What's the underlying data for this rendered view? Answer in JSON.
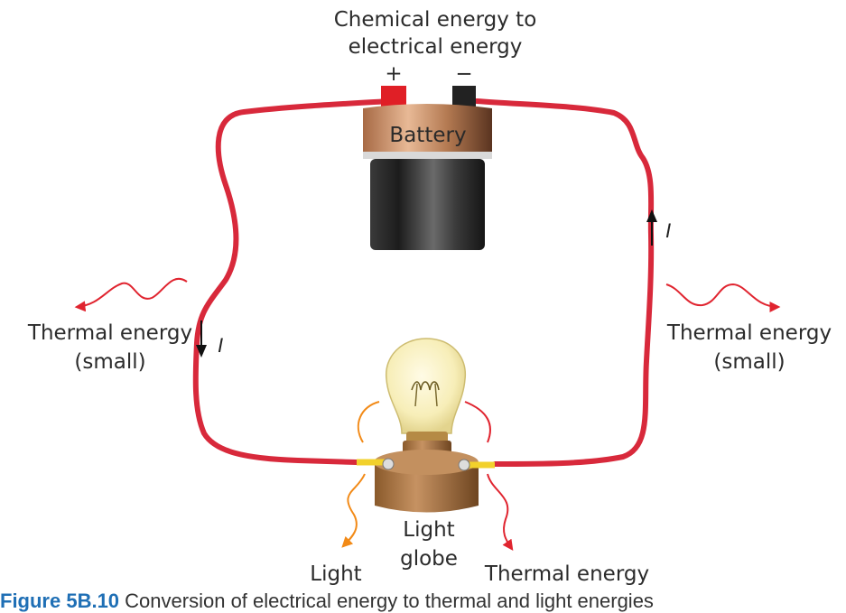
{
  "labels": {
    "source_title_line1": "Chemical energy to",
    "source_title_line2": "electrical energy",
    "plus": "+",
    "minus": "−",
    "battery": "Battery",
    "left_loss_line1": "Thermal energy",
    "left_loss_line2": "(small)",
    "right_loss_line1": "Thermal energy",
    "right_loss_line2": "(small)",
    "current_left": "I",
    "current_right": "I",
    "light": "Light",
    "globe_line1": "Light",
    "globe_line2": "globe",
    "thermal_bottom": "Thermal energy"
  },
  "caption": {
    "number": "Figure 5B.10",
    "text": "Conversion of electrical energy to thermal and light energies"
  },
  "colors": {
    "wire": "#d8293b",
    "thermal_arrow": "#e0242f",
    "light_arrow": "#f28a17",
    "battery_terminal_positive": "#e01f26",
    "battery_terminal_negative": "#222222",
    "caption_accent": "#1f6fb5"
  }
}
